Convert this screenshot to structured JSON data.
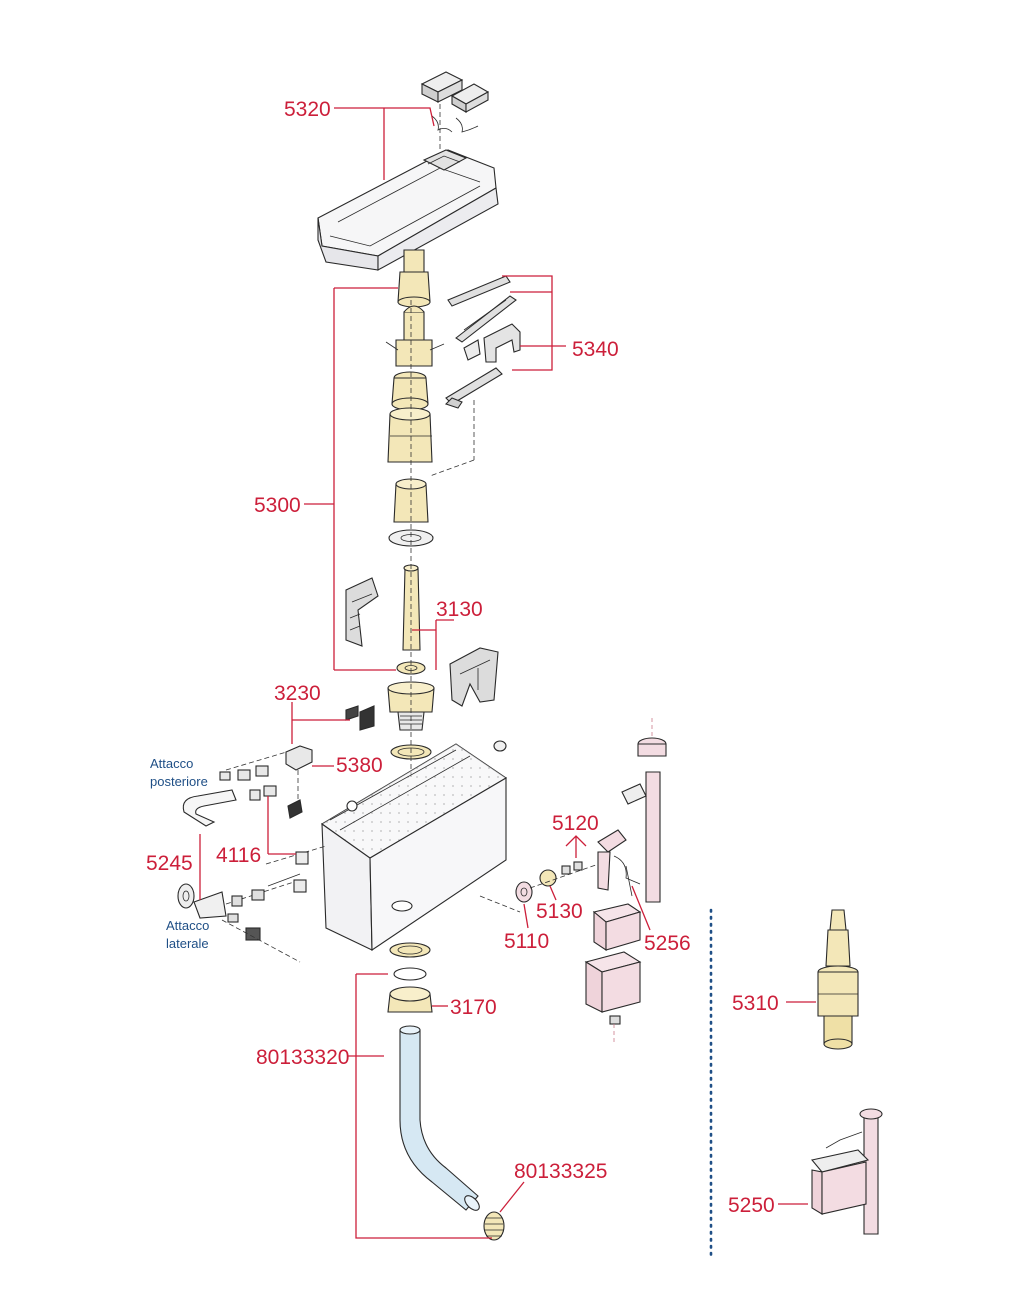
{
  "labels": {
    "p5320": "5320",
    "p5340": "5340",
    "p5300": "5300",
    "p3130": "3130",
    "p3230": "3230",
    "p5380": "5380",
    "p4116": "4116",
    "p5245": "5245",
    "p5120": "5120",
    "p5130": "5130",
    "p5110": "5110",
    "p5256": "5256",
    "p3170": "3170",
    "p80133320": "80133320",
    "p80133325": "80133325",
    "p5310": "5310",
    "p5250": "5250"
  },
  "notes": {
    "rear_line1": "Attacco",
    "rear_line2": "posteriore",
    "side_line1": "Attacco",
    "side_line2": "laterale"
  },
  "colors": {
    "label_red": "#cc1f3a",
    "note_blue": "#1f4f86",
    "cream_part": "#f3e7b8",
    "pink_part": "#f3dce2",
    "pipe_blue": "#d6e8f3"
  }
}
